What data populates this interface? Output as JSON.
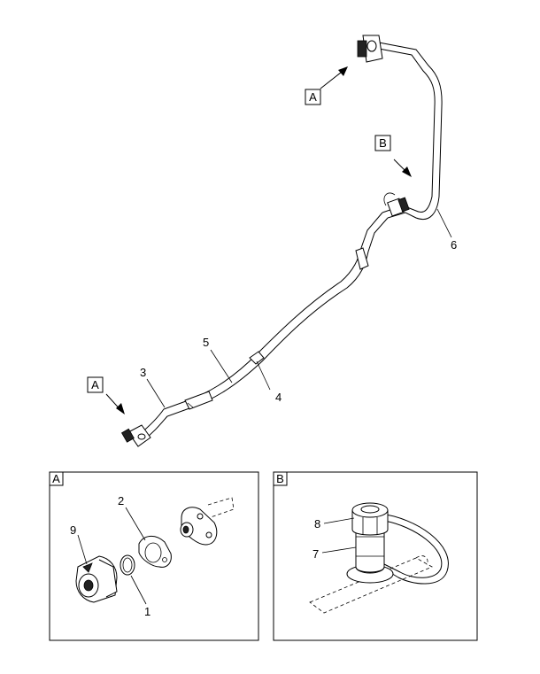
{
  "main_view": {
    "view_refs": {
      "a_top": "A",
      "b": "B",
      "a_left": "A"
    },
    "callouts": {
      "c3": "3",
      "c5": "5",
      "c4": "4",
      "c6": "6"
    }
  },
  "detail_a": {
    "title": "A",
    "callouts": {
      "c2": "2",
      "c9": "9",
      "c1": "1"
    }
  },
  "detail_b": {
    "title": "B",
    "callouts": {
      "c8": "8",
      "c7": "7"
    }
  }
}
